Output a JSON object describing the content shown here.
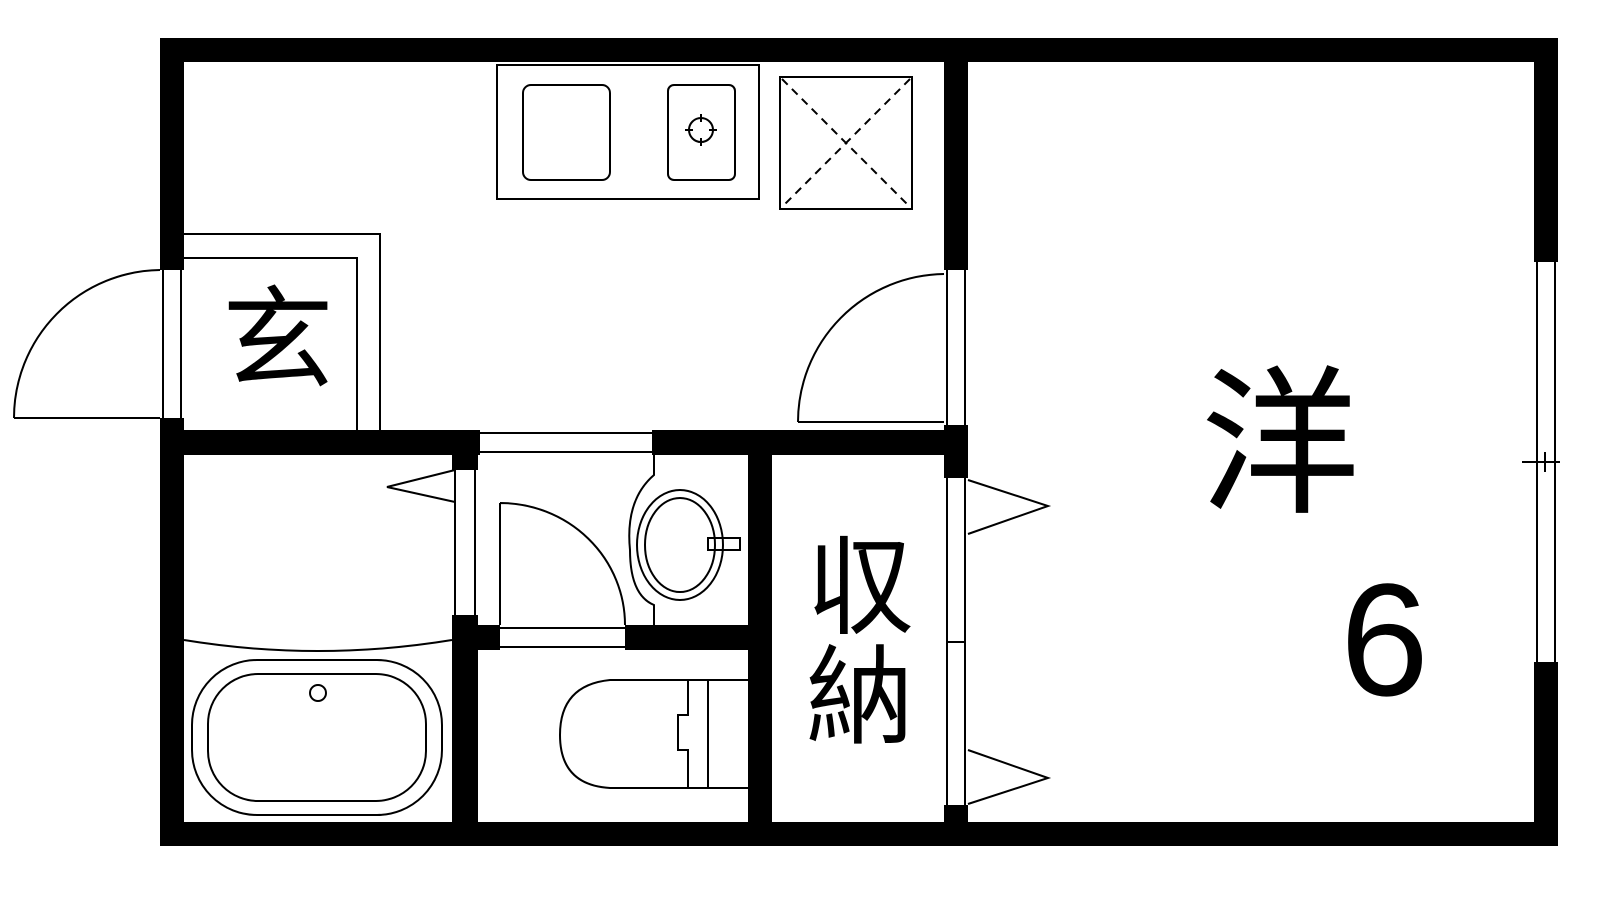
{
  "floor_plan": {
    "rooms": {
      "entrance": "玄",
      "western_room": "洋",
      "western_room_size": "6",
      "storage_top": "収",
      "storage_bottom": "納"
    }
  }
}
